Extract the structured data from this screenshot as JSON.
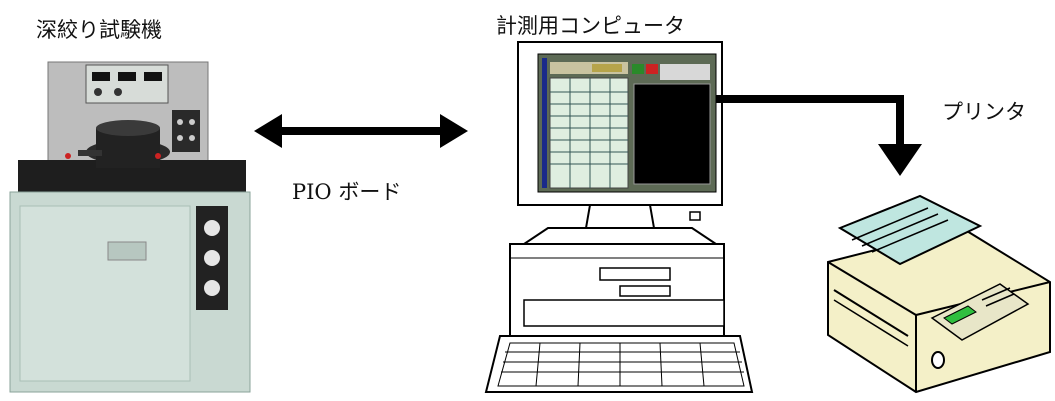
{
  "labels": {
    "machine": "深絞り試験機",
    "computer": "計測用コンピュータ",
    "printer": "プリンタ",
    "connection": "PIO ボード"
  },
  "colors": {
    "machine_body": "#c9d9d2",
    "machine_dark": "#1b1b1b",
    "screen_bg": "#5d6a55",
    "printer_body": "#f4f0c8",
    "printer_tray": "#bfe6e0",
    "arrow": "#000000"
  }
}
